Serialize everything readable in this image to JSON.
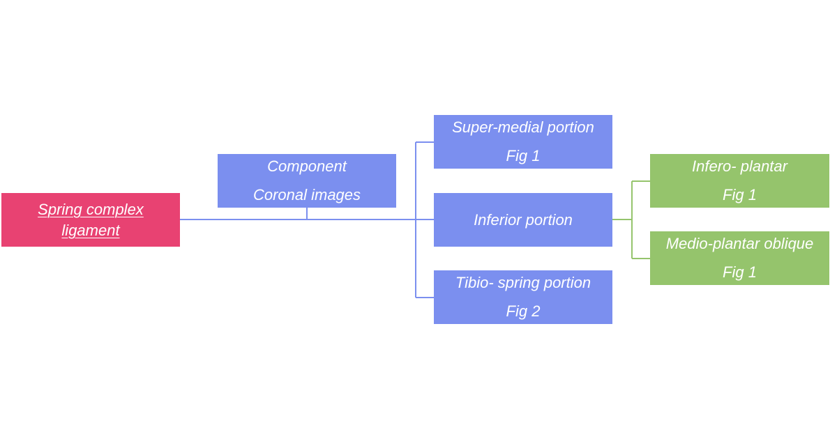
{
  "diagram": {
    "root": {
      "lines": [
        "Spring complex",
        "ligament"
      ],
      "color": "#e84272"
    },
    "component": {
      "lines": [
        "Component",
        "Coronal images"
      ],
      "color": "#7b8fef"
    },
    "portions": [
      {
        "lines": [
          "Super-medial portion",
          "Fig 1"
        ]
      },
      {
        "lines": [
          "Inferior portion"
        ]
      },
      {
        "lines": [
          "Tibio- spring portion",
          "Fig 2"
        ]
      }
    ],
    "inferior_subdivisions": [
      {
        "lines": [
          "Infero- plantar",
          "Fig 1"
        ]
      },
      {
        "lines": [
          "Medio-plantar oblique",
          "Fig 1"
        ]
      }
    ],
    "colors": {
      "primary_node": "#7b8fef",
      "secondary_node": "#95c46c",
      "root_node": "#e84272",
      "primary_connector": "#7b8fef",
      "secondary_connector": "#95c46c"
    }
  }
}
